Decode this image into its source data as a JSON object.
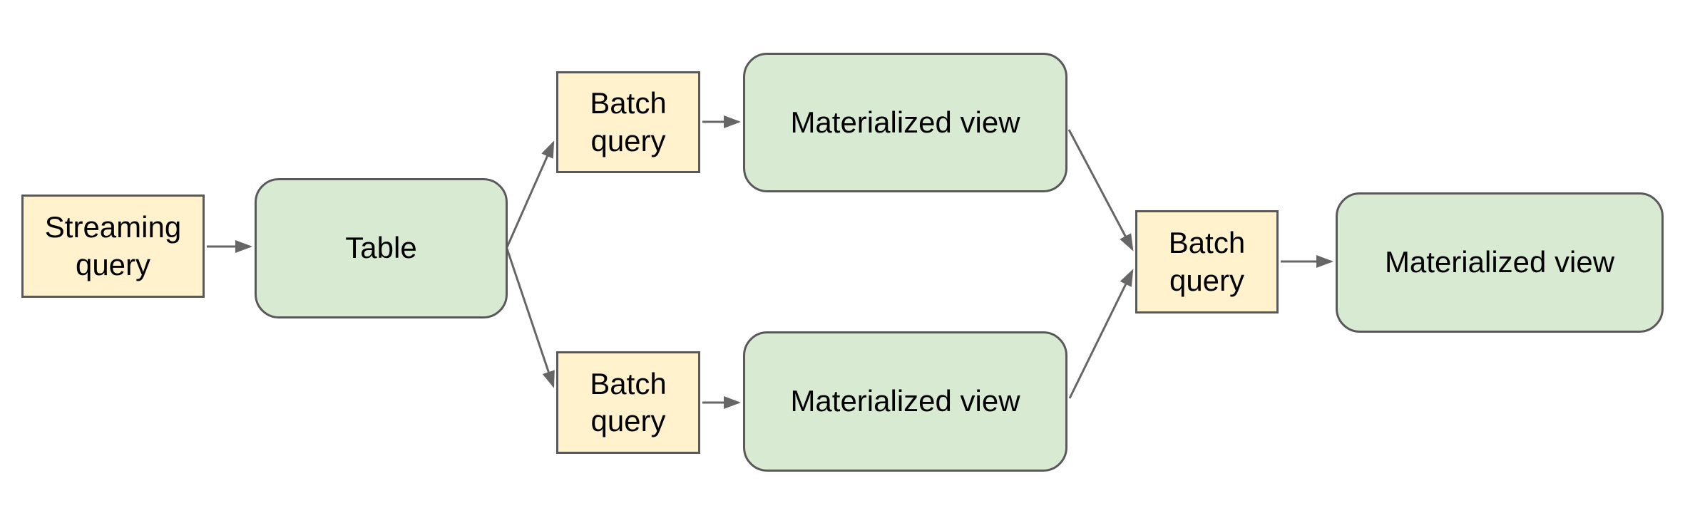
{
  "diagram": {
    "background": "#ffffff",
    "colors": {
      "query_fill": "#fff2cc",
      "view_fill": "#d9ead3",
      "node_border": "#595959",
      "arrow": "#666666",
      "text": "#000000"
    },
    "nodes": [
      {
        "id": "streaming-query",
        "label": "Streaming query",
        "shape": "rectangle",
        "role": "query"
      },
      {
        "id": "table",
        "label": "Table",
        "shape": "rounded-rectangle",
        "role": "table"
      },
      {
        "id": "batch-query-top",
        "label": "Batch query",
        "shape": "rectangle",
        "role": "query"
      },
      {
        "id": "materialized-view-top",
        "label": "Materialized view",
        "shape": "rounded-rectangle",
        "role": "view"
      },
      {
        "id": "batch-query-bottom",
        "label": "Batch query",
        "shape": "rectangle",
        "role": "query"
      },
      {
        "id": "materialized-view-bottom",
        "label": "Materialized view",
        "shape": "rounded-rectangle",
        "role": "view"
      },
      {
        "id": "batch-query-right",
        "label": "Batch query",
        "shape": "rectangle",
        "role": "query"
      },
      {
        "id": "materialized-view-right",
        "label": "Materialized view",
        "shape": "rounded-rectangle",
        "role": "view"
      }
    ],
    "edges": [
      {
        "from": "streaming-query",
        "to": "table"
      },
      {
        "from": "table",
        "to": "batch-query-top"
      },
      {
        "from": "table",
        "to": "batch-query-bottom"
      },
      {
        "from": "batch-query-top",
        "to": "materialized-view-top"
      },
      {
        "from": "batch-query-bottom",
        "to": "materialized-view-bottom"
      },
      {
        "from": "materialized-view-top",
        "to": "batch-query-right"
      },
      {
        "from": "materialized-view-bottom",
        "to": "batch-query-right"
      },
      {
        "from": "batch-query-right",
        "to": "materialized-view-right"
      }
    ]
  }
}
